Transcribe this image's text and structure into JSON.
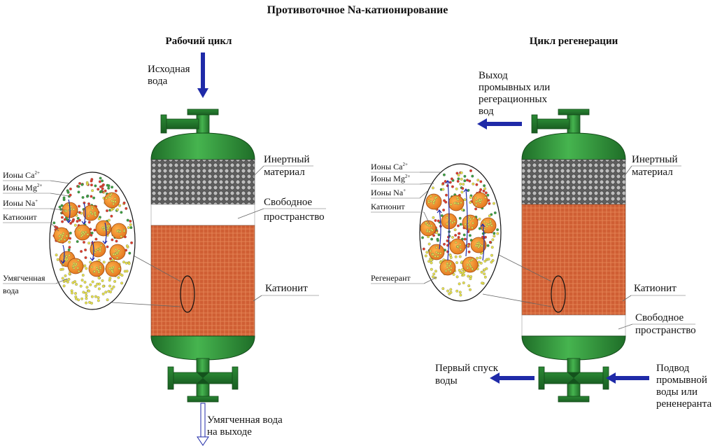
{
  "title": "Противоточное Na-катионирование",
  "working": {
    "heading": "Рабочий цикл",
    "inlet": [
      "Исходная",
      "вода"
    ],
    "inert": [
      "Инертный",
      "материал"
    ],
    "free_space": [
      "Свободное",
      "пространство"
    ],
    "cationite": "Катионит",
    "outlet": [
      "Умягченная вода",
      "на выходе"
    ],
    "zoom": {
      "ca_ion": "Ионы Ca",
      "ca_charge": "2+",
      "mg_ion": "Ионы Mg",
      "mg_charge": "2+",
      "na_ion": "Ионы Na",
      "na_charge": "+",
      "cationite": "Катионит",
      "soft_water": [
        "Умягченная",
        "вода"
      ]
    }
  },
  "regen": {
    "heading": "Цикл регенерации",
    "outlet": [
      "Выход",
      "промывных или",
      "регерационных",
      "вод"
    ],
    "inert": [
      "Инертный",
      "материал"
    ],
    "cationite": "Катионит",
    "free_space": [
      "Свободное",
      "пространство"
    ],
    "first_drain": [
      "Первый спуск",
      "воды"
    ],
    "inlet": [
      "Подвод",
      "промывной",
      "воды или",
      "рененеранта"
    ],
    "zoom": {
      "ca_ion": "Ионы Ca",
      "ca_charge": "2+",
      "mg_ion": "Ионы Mg",
      "mg_charge": "2+",
      "na_ion": "Ионы Na",
      "na_charge": "+",
      "cationite": "Катионит",
      "regenerant": "Регенерант"
    }
  },
  "colors": {
    "vessel_green": "#2f9a3a",
    "vessel_dark": "#1d6a26",
    "resin_orange": "#d2643a",
    "inert_gray": "#8a8a8a",
    "arrow_blue": "#1f2aa8",
    "ion_red": "#e23a2a",
    "ion_green": "#3aa040",
    "ion_yellow": "#e8e24a",
    "bead_orange": "#f08a20"
  }
}
